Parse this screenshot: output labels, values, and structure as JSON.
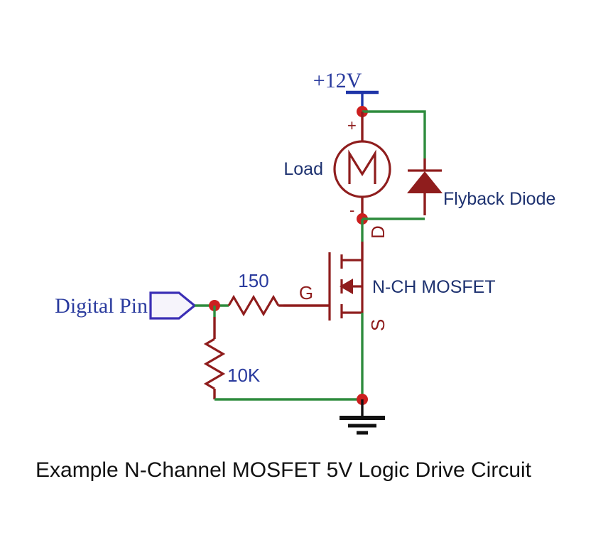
{
  "figure": {
    "caption": "Example N-Channel MOSFET 5V Logic Drive Circuit",
    "background_color": "#ffffff"
  },
  "colors": {
    "wire_net": "#2e8b3d",
    "component_lead": "#8f1d1d",
    "power_rail": "#1f35a8",
    "junction_dot": "#cc1f1f",
    "label_blue_serif": "#2a3b9e",
    "label_navy_sans": "#1e3270",
    "connector_outline": "#3b2fb5",
    "ground_symbol": "#111111",
    "caption": "#121212"
  },
  "labels": {
    "supply": "+12V",
    "load": "Load",
    "motor_glyph": "M",
    "motor_plus": "+",
    "motor_minus": "-",
    "flyback_diode": "Flyback Diode",
    "mosfet_type": "N-CH MOSFET",
    "pin_gate": "G",
    "pin_drain": "D",
    "pin_source": "S",
    "digital_pin": "Digital Pin",
    "resistor_series": "150",
    "resistor_pulldown": "10K"
  },
  "components": [
    {
      "id": "power-supply",
      "kind": "power-rail",
      "label": "+12V",
      "value": "12 V"
    },
    {
      "id": "load-motor",
      "kind": "motor",
      "label": "Load",
      "glyph": "M",
      "terminals": [
        "+",
        "-"
      ]
    },
    {
      "id": "flyback-diode",
      "kind": "diode",
      "label": "Flyback Diode",
      "orientation": "cathode-up"
    },
    {
      "id": "mosfet-q1",
      "kind": "n-channel-mosfet",
      "label": "N-CH MOSFET",
      "pins": [
        "G",
        "D",
        "S"
      ]
    },
    {
      "id": "r-series",
      "kind": "resistor",
      "value": "150",
      "role": "gate-series"
    },
    {
      "id": "r-pulldown",
      "kind": "resistor",
      "value": "10K",
      "role": "gate-pulldown"
    },
    {
      "id": "digital-pin",
      "kind": "input-connector",
      "label": "Digital Pin"
    },
    {
      "id": "ground",
      "kind": "earth-ground",
      "label": ""
    }
  ],
  "nets": [
    {
      "id": "net-v12",
      "nodes": [
        "power-supply",
        "load-motor:+",
        "flyback-diode:cathode"
      ]
    },
    {
      "id": "net-drain",
      "nodes": [
        "load-motor:-",
        "flyback-diode:anode",
        "mosfet-q1:D"
      ]
    },
    {
      "id": "net-gate",
      "nodes": [
        "digital-pin",
        "r-series",
        "r-pulldown",
        "mosfet-q1:G"
      ]
    },
    {
      "id": "net-gnd",
      "nodes": [
        "r-pulldown",
        "mosfet-q1:S",
        "ground"
      ]
    }
  ]
}
